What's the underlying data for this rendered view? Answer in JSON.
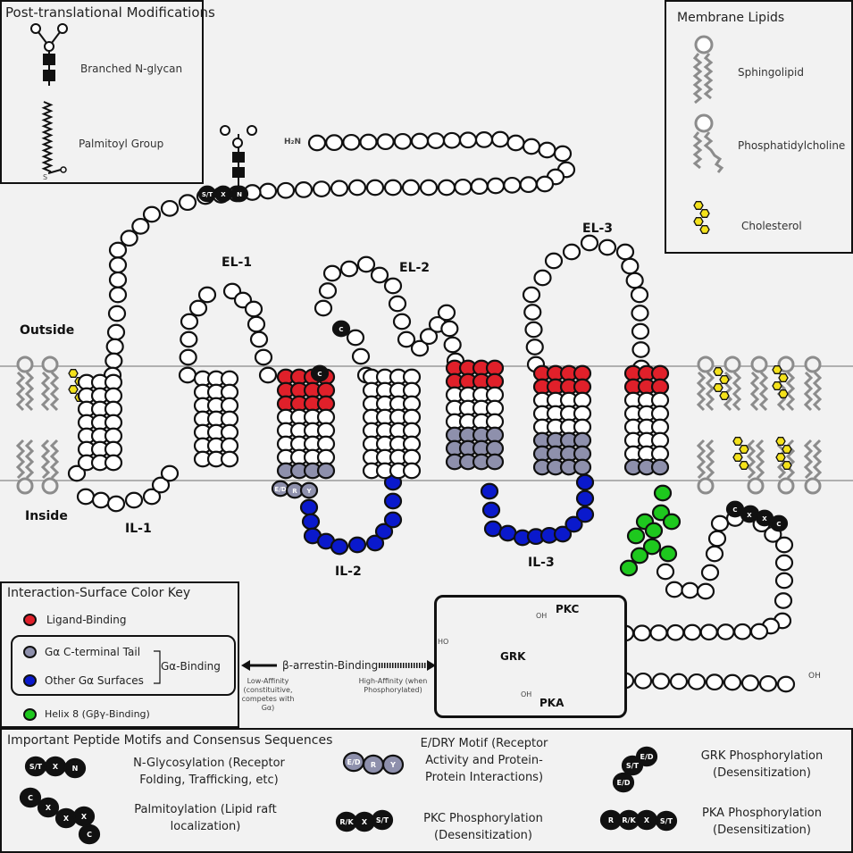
{
  "colors": {
    "ligand": "#e0202a",
    "galpha_tail": "#8e90ac",
    "galpha_other": "#0a19cc",
    "helix8": "#1ec81e",
    "cholesterol": "#f4e21c",
    "lipid": "#8c8c8c"
  },
  "ptm": {
    "title": "Post-translational Modifications",
    "glycan": "Branched N-glycan",
    "palmitoyl": "Palmitoyl Group",
    "s": "S"
  },
  "lipids": {
    "title": "Membrane Lipids",
    "sphingo": "Sphingolipid",
    "pc": "Phosphatidylcholine",
    "chol": "Cholesterol"
  },
  "regions": {
    "outside": "Outside",
    "inside": "Inside",
    "el1": "EL-1",
    "el2": "EL-2",
    "el3": "EL-3",
    "il1": "IL-1",
    "il2": "IL-2",
    "il3": "IL-3",
    "n_term": "H₂N",
    "c_term": "OH",
    "s": "S",
    "c": "C"
  },
  "residues": {
    "st": "S/T",
    "x": "X",
    "n": "N",
    "c": "C",
    "ed": "E/D",
    "r": "R",
    "y": "Y",
    "rk": "R/K"
  },
  "color_key": {
    "title": "Interaction-Surface Color Key",
    "ligand": "Ligand-Binding",
    "tail": "Gα C-terminal Tail",
    "other": "Other Gα Surfaces",
    "galpha_binding": "Gα-Binding",
    "helix8": "Helix 8 (Gβγ-Binding)"
  },
  "arrestin": {
    "label": "β-arrestin-Binding",
    "low": "Low-Affinity (constituitive, competes with Gα)",
    "high": "High-Affinity (when Phosphorylated)"
  },
  "phospho": {
    "pkc": "PKC",
    "grk": "GRK",
    "pka": "PKA",
    "oh": "OH",
    "ho": "HO"
  },
  "motifs": {
    "title": "Important Peptide Motifs and Consensus Sequences",
    "glyco": "N-Glycosylation (Receptor Folding, Trafficking, etc)",
    "palm": "Palmitoylation (Lipid raft localization)",
    "edry": "E/DRY Motif (Receptor Activity and Protein-Protein Interactions)",
    "pkc": "PKC Phosphorylation (Desensitization)",
    "grk": "GRK Phosphorylation (Desensitization)",
    "pka": "PKA Phosphorylation (Desensitization)"
  }
}
